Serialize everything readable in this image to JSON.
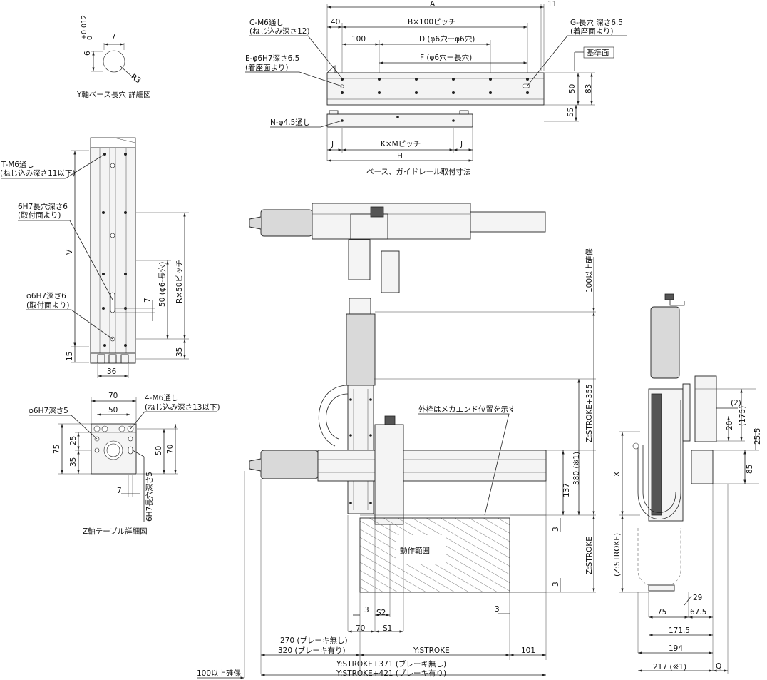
{
  "colors": {
    "line": "#222222",
    "body_fill": "#f4f4f4",
    "motor_fill": "#d9d9d9",
    "hatch": "#444444"
  },
  "y_slot_detail": {
    "title": "Y軸ベース長穴 詳細図",
    "dim_width": "7",
    "dim_height": "6",
    "tolerance_upper": "+0.012",
    "tolerance_lower": "0",
    "radius": "R3"
  },
  "base_view": {
    "caption": "ベース、ガイドレール取付寸法",
    "callouts": {
      "c_m6": "C-M6通し",
      "c_m6_depth": "(ねじ込み深さ12)",
      "e_pin": "E-φ6H7深さ6.5",
      "e_pin_ref": "(着座面より)",
      "g_slot": "G-長穴 深さ6.5",
      "g_slot_ref": "(着座面より)",
      "reference_plane": "基準面",
      "n_hole": "N-φ4.5通し"
    },
    "dims": {
      "a": "A",
      "d40": "40",
      "b_pitch": "B×100ピッチ",
      "d11": "11",
      "d100": "100",
      "d_holes": "D (φ6穴ーφ6穴)",
      "f_slot": "F (φ6穴ー長穴)",
      "d50": "50",
      "d83": "83",
      "d55": "55",
      "j_left": "J",
      "k_pitch": "K×Mピッチ",
      "j_right": "J",
      "h": "H"
    }
  },
  "left_column": {
    "t_m6": "T-M6通し",
    "t_m6_depth": "(ねじ込み深さ11以下)",
    "slot_6h7": "6H7長穴深さ6",
    "slot_6h7_ref": "(取付面より)",
    "pin_6h7": "φ6H7深さ6",
    "pin_6h7_ref": "(取付面より)",
    "v": "V",
    "d7": "7",
    "d50_slot": "50 (φ6-長穴)",
    "r_pitch": "R×50ピッチ",
    "d35": "35",
    "d15": "15",
    "d36": "36"
  },
  "z_table_detail": {
    "title": "Z軸テーブル詳細図",
    "pin": "φ6H7深さ5",
    "m6": "4-M6通し",
    "m6_depth": "(ねじ込み深さ13以下)",
    "d70_top": "70",
    "d50_top": "50",
    "d75": "75",
    "d25": "25",
    "d35": "35",
    "d50_right": "50",
    "d70_right": "70",
    "d7": "7",
    "slot": "6H7長穴深さ5"
  },
  "main_view": {
    "clearance_top": "100以上確保",
    "note_outline": "外枠はメカエンド位置を示す",
    "range": "動作範囲",
    "z_stroke_355": "Z:STROKE+355",
    "d380": "380 (※1)",
    "d137": "137",
    "d3_a": "3",
    "z_stroke": "Z:STROKE",
    "d3_b": "3",
    "d3_c": "3",
    "s2": "S2",
    "d3_d": "3",
    "d70": "70",
    "s1": "S1",
    "brake_off": "270 (ブレーキ無し)",
    "brake_on": "320 (ブレーキ有り)",
    "y_stroke": "Y:STROKE",
    "d101": "101",
    "total_off": "Y:STROKE+371 (ブレーキ無し)",
    "total_on": "Y:STROKE+421 (ブレーキ有り)",
    "clearance_left": "100以上確保"
  },
  "side_view": {
    "d2": "(2)",
    "d175": "(175)",
    "d20": "20",
    "d25_5": "25.5",
    "d85": "85",
    "x": "X",
    "z_stroke_paren": "(Z:STROKE)",
    "d29": "29",
    "d75": "75",
    "d67_5": "67.5",
    "d171_5": "171.5",
    "d194": "194",
    "d217": "217 (※1)",
    "q": "Q"
  }
}
